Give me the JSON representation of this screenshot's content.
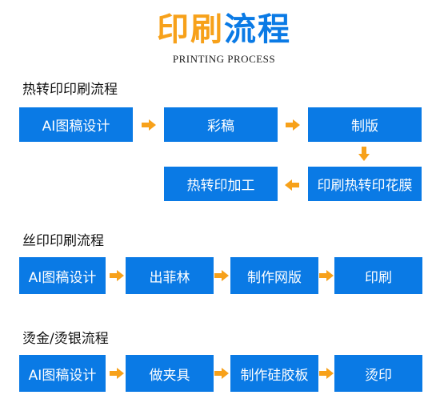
{
  "header": {
    "title_part1": "印刷",
    "title_part2": "流程",
    "subtitle": "PRINTING PROCESS"
  },
  "sections": [
    {
      "title": "热转印印刷流程",
      "steps": [
        "AI图稿设计",
        "彩稿",
        "制版",
        "印刷热转印花膜",
        "热转印加工"
      ]
    },
    {
      "title": "丝印印刷流程",
      "steps": [
        "AI图稿设计",
        "出菲林",
        "制作网版",
        "印刷"
      ]
    },
    {
      "title": "烫金/烫银流程",
      "steps": [
        "AI图稿设计",
        "做夹具",
        "制作硅胶板",
        "烫印"
      ]
    }
  ],
  "colors": {
    "box": "#0a7ae5",
    "arrow": "#f7a11a",
    "title_orange": "#f7a11a",
    "title_blue": "#0a7ae5"
  },
  "icons": {
    "flow_arrow": "arrow-icon"
  }
}
